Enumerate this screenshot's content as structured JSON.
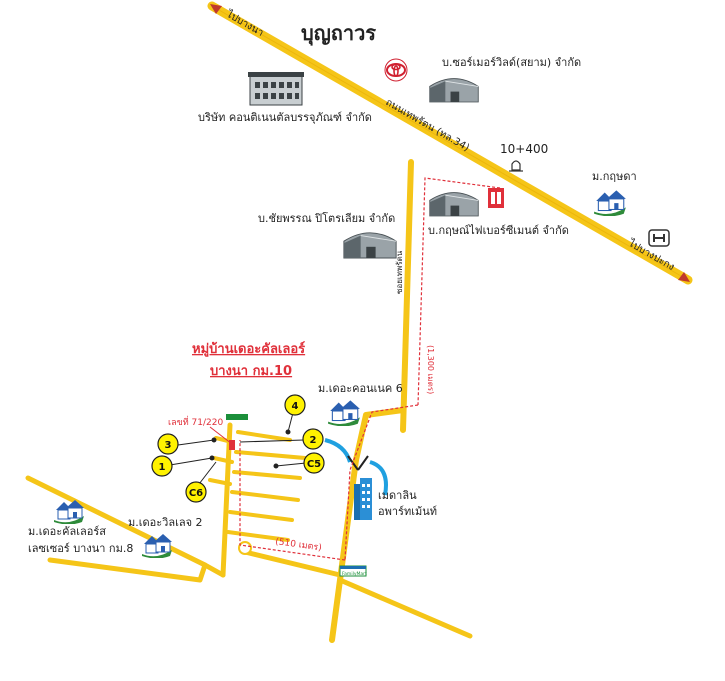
{
  "brand": {
    "title": "บุญถาวร",
    "color": "#e0303a"
  },
  "roads": {
    "to_bangna": "ไปบางนา",
    "highway_name": "ถนนเทพรัตน (ทล.34)",
    "to_bangpakong": "ไปบางปะกง",
    "side_road": "ซอยเทพรัตน",
    "km_marker": "10+400"
  },
  "places": {
    "star_siam": "บ.ซอร์เมอร์วิลด์(สยาม) จำกัด",
    "continental": "บริษัท คอนติเนนตัลบรรจุภัณฑ์ จำกัด",
    "chaiporn": "บ.ชัยพรรณ ปิโตรเลียม จำกัด",
    "kritsana": "บ.กฤษณ์ไฟเบอร์ซีเมนต์ จำกัด",
    "m_kritsada": "ม.กฤษดา",
    "m_connect6": "ม.เดอะคอนเนค 6",
    "m_village2": "ม.เดอะวิลเลจ 2",
    "m_castle_l1": "ม.เดอะคัลเลอร์ส",
    "m_castle_l2": "เลซเซอร์ บางนา กม.8",
    "meadin_l1": "เมดาลิน",
    "meadin_l2": "อพาร์ทเม้นท์",
    "family_mart": "FamilyMart"
  },
  "project": {
    "title_l1": "หมู่บ้านเดอะคัลเลอร์",
    "title_l2": "บางนา กม.10",
    "house_no": "เลขที่ 71/220"
  },
  "distances": {
    "side_road": "(1,300 เมตร)",
    "to_mart": "(510 เมตร)"
  },
  "markers": [
    {
      "label": "1"
    },
    {
      "label": "2"
    },
    {
      "label": "3"
    },
    {
      "label": "4"
    },
    {
      "label": "C5"
    },
    {
      "label": "C6"
    }
  ],
  "icons": {
    "toyota": "toyota-logo-icon",
    "honda": "honda-logo-icon",
    "km": "milestone-icon",
    "building": "office-building-icon",
    "warehouse": "warehouse-icon",
    "house": "house-icon",
    "gas": "gas-station-icon",
    "apartment": "apartment-icon",
    "store": "store-icon"
  }
}
